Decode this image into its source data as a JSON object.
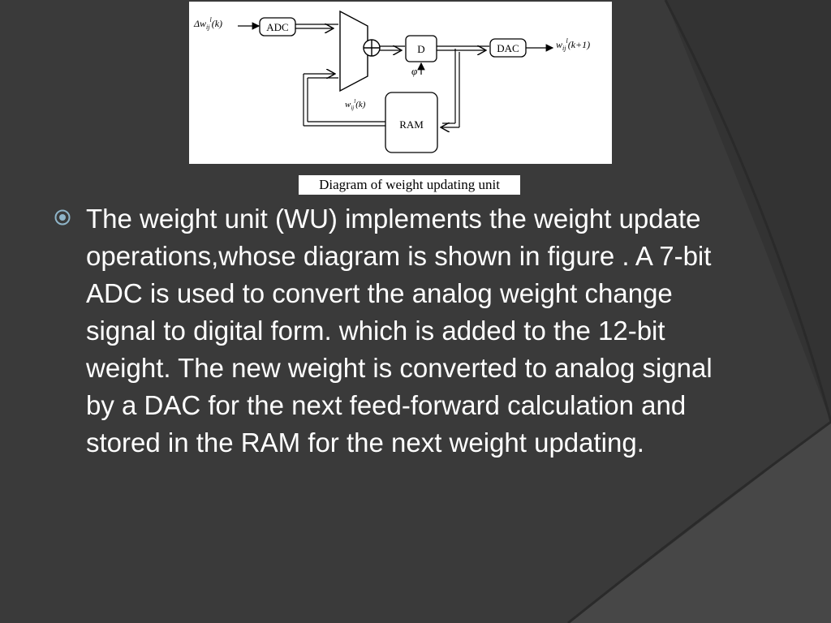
{
  "slide": {
    "colors": {
      "background": "#3a3a3a",
      "background_dark": "#2e2e2e",
      "background_light": "#4a4a4a",
      "text": "#ffffff",
      "bullet": "#8fb5c9"
    },
    "bullet_icon": "circled-dot-bullet-icon",
    "figure": {
      "caption": "Diagram of weight updating unit",
      "labels": {
        "input": "Δw",
        "input_sub": "ij",
        "input_sup": "l",
        "input_arg": "(k)",
        "adc": "ADC",
        "delay": "D",
        "phi": "φ",
        "dac": "DAC",
        "output": "w",
        "output_sub": "ij",
        "output_sup": "l",
        "output_arg": "(k+1)",
        "feedback": "w",
        "feedback_sub": "ij",
        "feedback_sup": "l",
        "feedback_arg": "(k)",
        "ram": "RAM"
      }
    },
    "body": "The weight unit (WU) implements the weight update operations,whose diagram is shown in figure . A 7-bit ADC is used to convert the analog weight change signal to digital form. which is added to the 12-bit weight. The new weight is converted to analog signal by a DAC for the next feed-forward calculation and stored in the RAM for the next weight updating."
  }
}
